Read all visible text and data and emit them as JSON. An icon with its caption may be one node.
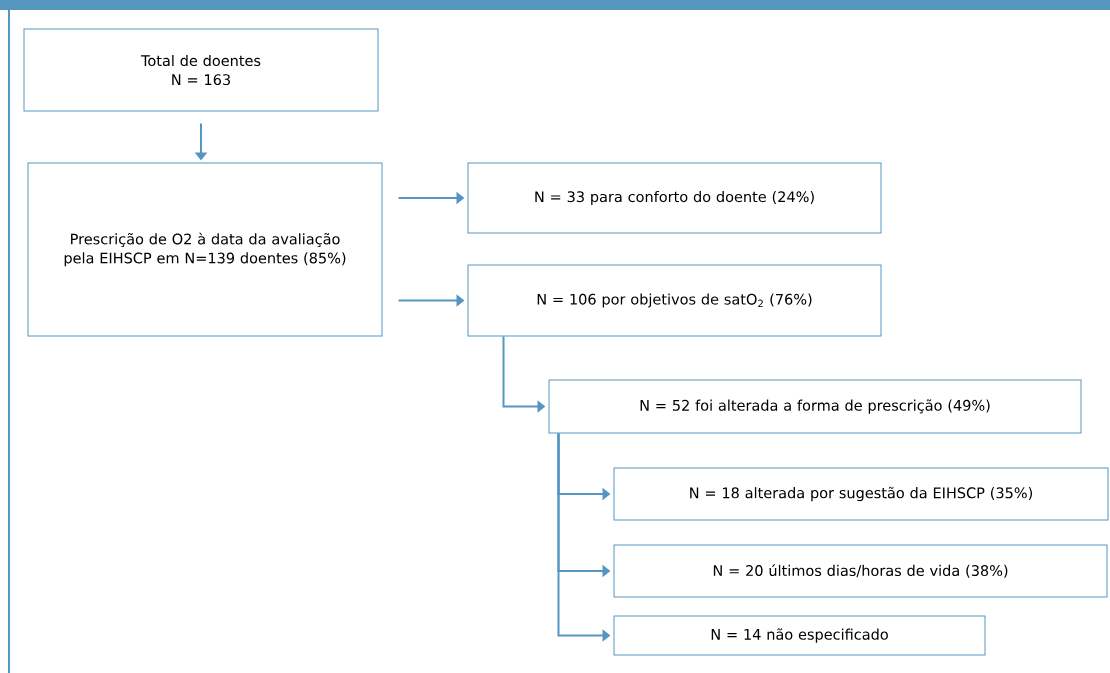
{
  "diagram": {
    "nodes": [
      {
        "text": [
          "Total de doentes N = 163"
        ]
      },
      {
        "text": [
          "Prescrição de O2 à data da avaliação pela EIHSCP em N=139 doentes (85%)"
        ]
      },
      {
        "text": [
          "N = 33 para conforto do doente (24%)"
        ]
      },
      {
        "text": [
          "N = 106 por objetivos de satO$_{2}$ (76%)"
        ]
      },
      {
        "text": [
          "N = 52 foi alterada a forma de prescrição (49%)"
        ]
      },
      {
        "text": [
          "N = 18 alterada por sugestão da EIHSCP (35%)"
        ]
      },
      {
        "text": [
          "N = 20 últimos dias/horas de vida (38%)"
        ]
      },
      {
        "text": [
          "N = 14 não especificado"
        ]
      }
    ],
    "edges": [
      {
        "from": 0,
        "to": 1,
        "arrow": "to"
      },
      {
        "from": 1,
        "to": 2,
        "arrow": "to"
      },
      {
        "from": 1,
        "to": 3,
        "arrow": "to"
      },
      {
        "from": 3,
        "to": 4,
        "arrow": "to"
      },
      {
        "from": 4,
        "to": 5,
        "arrow": "to"
      },
      {
        "from": 4,
        "to": 6,
        "arrow": "to"
      },
      {
        "from": 4,
        "to": 7,
        "arrow": "to"
      }
    ]
  }
}
